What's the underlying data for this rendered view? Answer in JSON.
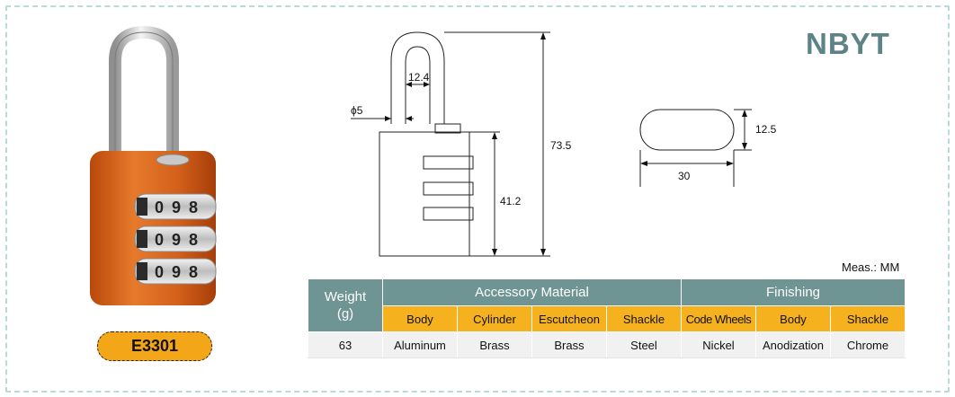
{
  "brand": "NBYT",
  "model": "E3301",
  "dial_digits": [
    "0",
    "9",
    "8"
  ],
  "dimensions": {
    "shackle_inner_width": "12.4",
    "shackle_diameter": "ϕ5",
    "total_height": "73.5",
    "body_height": "41.2",
    "body_thickness": "12.5",
    "body_width": "30"
  },
  "measure_unit": "Meas.: MM",
  "table": {
    "weight_header_line1": "Weight",
    "weight_header_line2": "(g)",
    "group_accessory": "Accessory Material",
    "group_finishing": "Finishing",
    "subheaders": [
      "Body",
      "Cylinder",
      "Escutcheon",
      "Shackle",
      "Code Wheels",
      "Body",
      "Shackle"
    ],
    "row": [
      "63",
      "Aluminum",
      "Brass",
      "Brass",
      "Steel",
      "Nickel",
      "Anodization",
      "Chrome"
    ]
  },
  "colors": {
    "accent": "#f5b21e",
    "header": "#6e9494",
    "brand": "#5d8386",
    "lock_body": "#d86418"
  }
}
